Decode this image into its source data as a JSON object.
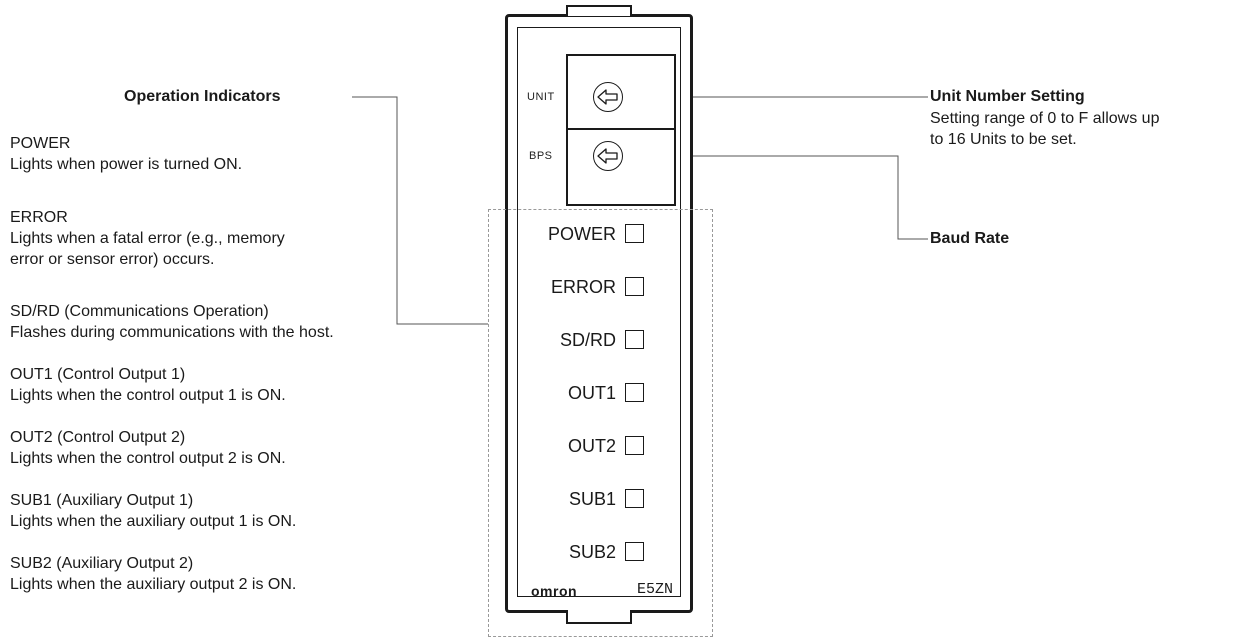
{
  "indicators": {
    "heading": "Operation Indicators",
    "items": [
      {
        "name": "POWER",
        "desc": "Lights when power is turned ON."
      },
      {
        "name": "ERROR",
        "desc": "Lights when a fatal error (e.g., memory",
        "desc2": "error or sensor error) occurs."
      },
      {
        "name": "SD/RD (Communications Operation)",
        "desc": "Flashes during communications with the host."
      },
      {
        "name": "OUT1 (Control Output 1)",
        "desc": "Lights when the control output 1 is ON."
      },
      {
        "name": "OUT2 (Control Output 2)",
        "desc": "Lights when the control output 2 is ON."
      },
      {
        "name": "SUB1 (Auxiliary Output 1)",
        "desc": "Lights when the auxiliary output 1 is ON."
      },
      {
        "name": "SUB2 (Auxiliary Output 2)",
        "desc": "Lights when the auxiliary output 2 is ON."
      }
    ]
  },
  "unit_setting": {
    "title": "Unit Number Setting",
    "line1": "Setting range of 0 to F allows up",
    "line2": "to 16 Units to be set."
  },
  "baud_rate": {
    "title": "Baud Rate"
  },
  "device": {
    "switch_labels": [
      "UNIT",
      "BPS"
    ],
    "led_labels": [
      "POWER",
      "ERROR",
      "SD/RD",
      "OUT1",
      "OUT2",
      "SUB1",
      "SUB2"
    ],
    "brand": "omron",
    "model": "E5ZN"
  }
}
